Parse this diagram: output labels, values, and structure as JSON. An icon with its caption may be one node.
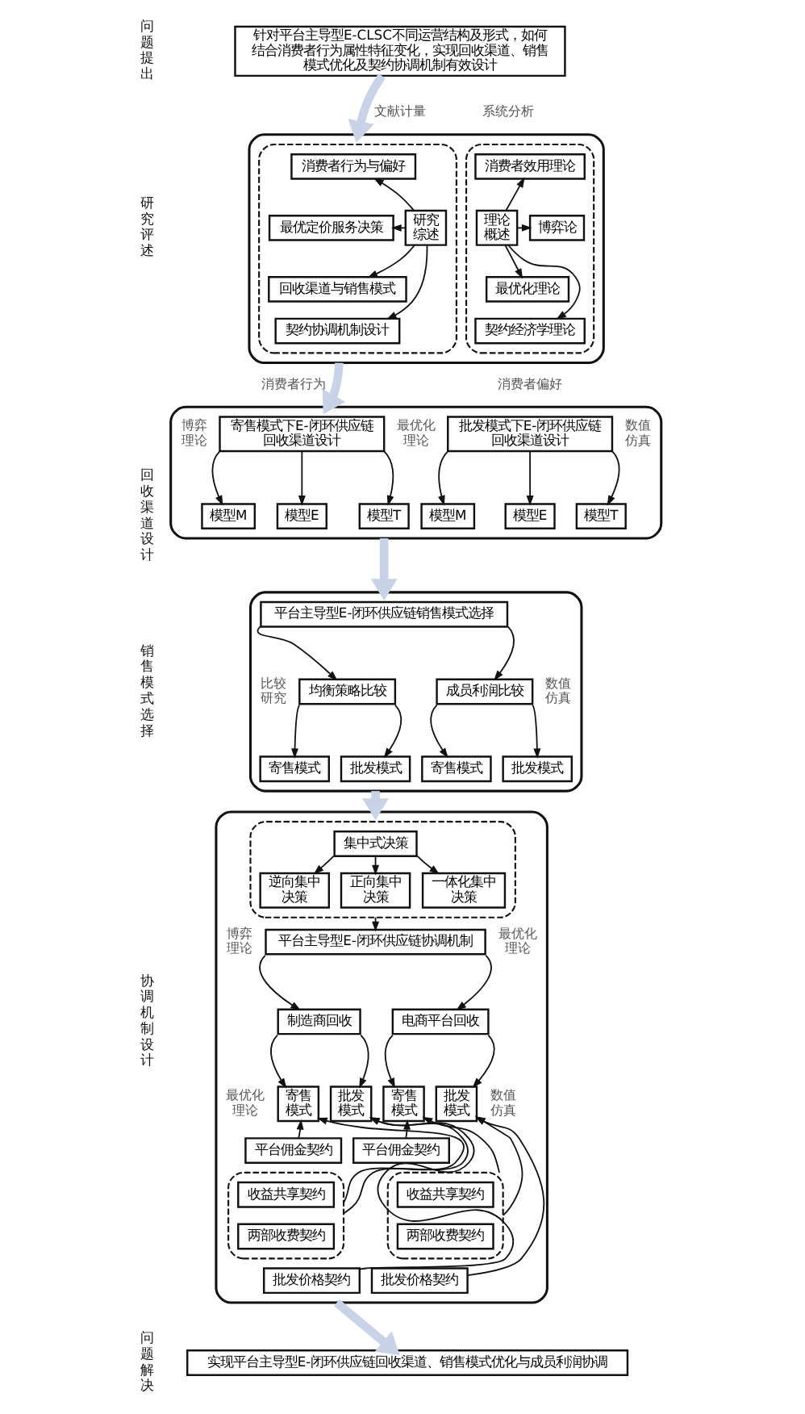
{
  "diagram": {
    "nodes": [
      {
        "text": [
          "针对平台主导型E-CLSC不同运营结构及形式，如何结合消费者行为属性特征变化，实现回收渠道、销售模式优化及契约协调机制有效设计"
        ]
      },
      {
        "text": [],
        "shape": "box"
      },
      {
        "text": [],
        "shape": "box",
        "in": 1
      },
      {
        "text": [
          "消费者行为与偏好"
        ],
        "in": 2
      },
      {
        "text": [
          "最优定价服务决策"
        ],
        "in": 2
      },
      {
        "text": [
          "回收渠道与销售模式"
        ],
        "in": 2
      },
      {
        "text": [
          "契约协调机制设计"
        ],
        "in": 2
      },
      {
        "text": [
          "研究综述"
        ],
        "in": 2
      },
      {
        "text": [],
        "shape": "box",
        "in": 1
      },
      {
        "text": [
          "理论概述"
        ],
        "in": 8
      },
      {
        "text": [
          "消费者效用理论"
        ],
        "in": 8
      },
      {
        "text": [
          "博弈论"
        ],
        "in": 8
      },
      {
        "text": [
          "最优化理论"
        ],
        "in": 8
      },
      {
        "text": [
          "契约经济学理论"
        ],
        "in": 8
      },
      {
        "text": [],
        "shape": "box"
      },
      {
        "text": [
          "寄售模式下E-闭环供应链回收渠道设计"
        ],
        "in": 14
      },
      {
        "text": [
          "批发模式下E-闭环供应链回收渠道设计"
        ],
        "in": 14
      },
      {
        "text": [
          "模型M"
        ],
        "in": 14
      },
      {
        "text": [
          "模型E"
        ],
        "in": 14
      },
      {
        "text": [
          "模型T"
        ],
        "in": 14
      },
      {
        "text": [
          "模型M"
        ],
        "in": 14
      },
      {
        "text": [
          "模型E"
        ],
        "in": 14
      },
      {
        "text": [
          "模型T"
        ],
        "in": 14
      },
      {
        "text": [],
        "shape": "box"
      },
      {
        "text": [
          "平台主导型E-闭环供应链销售模式选择"
        ],
        "in": 23
      },
      {
        "text": [
          "均衡策略比较"
        ],
        "in": 23
      },
      {
        "text": [
          "成员利润比较"
        ],
        "in": 23
      },
      {
        "text": [
          "寄售模式"
        ],
        "in": 23
      },
      {
        "text": [
          "批发模式"
        ],
        "in": 23
      },
      {
        "text": [
          "寄售模式"
        ],
        "in": 23
      },
      {
        "text": [
          "批发模式"
        ],
        "in": 23
      },
      {
        "text": [],
        "shape": "box"
      },
      {
        "text": [],
        "shape": "box",
        "in": 31
      },
      {
        "text": [
          "集中式决策"
        ],
        "in": 32
      },
      {
        "text": [
          "逆向集中决策"
        ],
        "in": 32
      },
      {
        "text": [
          "正向集中决策"
        ],
        "in": 32
      },
      {
        "text": [
          "一体化集中决策"
        ],
        "in": 32
      },
      {
        "text": [
          "平台主导型E-闭环供应链协调机制"
        ],
        "in": 31
      },
      {
        "text": [
          "制造商回收"
        ],
        "in": 31
      },
      {
        "text": [
          "电商平台回收"
        ],
        "in": 31
      },
      {
        "text": [
          "寄售模式"
        ],
        "in": 31
      },
      {
        "text": [
          "批发模式"
        ],
        "in": 31
      },
      {
        "text": [
          "寄售模式"
        ],
        "in": 31
      },
      {
        "text": [
          "批发模式"
        ],
        "in": 31
      },
      {
        "text": [
          "平台佣金契约"
        ],
        "in": 31
      },
      {
        "text": [
          "平台佣金契约"
        ],
        "in": 31
      },
      {
        "text": [],
        "shape": "box",
        "in": 31
      },
      {
        "text": [
          "收益共享契约"
        ],
        "in": 46
      },
      {
        "text": [
          "两部收费契约"
        ],
        "in": 46
      },
      {
        "text": [],
        "shape": "box",
        "in": 31
      },
      {
        "text": [
          "收益共享契约"
        ],
        "in": 49
      },
      {
        "text": [
          "两部收费契约"
        ],
        "in": 49
      },
      {
        "text": [
          "批发价格契约"
        ],
        "in": 31
      },
      {
        "text": [
          "批发价格契约"
        ],
        "in": 31
      },
      {
        "text": [
          "实现平台主导型E-闭环供应链回收渠道、销售模式优化与成员利润协调"
        ]
      }
    ],
    "edges": [
      {
        "from": 0,
        "to": 1,
        "arrow": "to",
        "style": "thick",
        "color": "#c9d3e8"
      },
      {
        "from": 7,
        "to": 3,
        "arrow": "to"
      },
      {
        "from": 7,
        "to": 4,
        "arrow": "to"
      },
      {
        "from": 7,
        "to": 5,
        "arrow": "to"
      },
      {
        "from": 7,
        "to": 6,
        "arrow": "to"
      },
      {
        "from": 9,
        "to": 10,
        "arrow": "to"
      },
      {
        "from": 9,
        "to": 11,
        "arrow": "to"
      },
      {
        "from": 9,
        "to": 12,
        "arrow": "to"
      },
      {
        "from": 9,
        "to": 13,
        "arrow": "to"
      },
      {
        "from": 1,
        "to": 14,
        "arrow": "to",
        "style": "thick",
        "color": "#c9d3e8"
      },
      {
        "from": 15,
        "to": 17,
        "arrow": "to"
      },
      {
        "from": 15,
        "to": 18,
        "arrow": "to"
      },
      {
        "from": 15,
        "to": 19,
        "arrow": "to"
      },
      {
        "from": 16,
        "to": 20,
        "arrow": "to"
      },
      {
        "from": 16,
        "to": 21,
        "arrow": "to"
      },
      {
        "from": 16,
        "to": 22,
        "arrow": "to"
      },
      {
        "from": 14,
        "to": 23,
        "arrow": "to",
        "style": "thick",
        "color": "#c9d3e8"
      },
      {
        "from": 24,
        "to": 25,
        "arrow": "to"
      },
      {
        "from": 24,
        "to": 26,
        "arrow": "to"
      },
      {
        "from": 25,
        "to": 27,
        "arrow": "to"
      },
      {
        "from": 25,
        "to": 28,
        "arrow": "to"
      },
      {
        "from": 26,
        "to": 29,
        "arrow": "to"
      },
      {
        "from": 26,
        "to": 30,
        "arrow": "to"
      },
      {
        "from": 23,
        "to": 31,
        "arrow": "to",
        "style": "thick",
        "color": "#c9d3e8"
      },
      {
        "from": 33,
        "to": 34,
        "arrow": "to"
      },
      {
        "from": 33,
        "to": 35,
        "arrow": "to"
      },
      {
        "from": 33,
        "to": 36,
        "arrow": "to"
      },
      {
        "from": 32,
        "to": 37,
        "arrow": "to"
      },
      {
        "from": 37,
        "to": 38,
        "arrow": "to"
      },
      {
        "from": 37,
        "to": 39,
        "arrow": "to"
      },
      {
        "from": 38,
        "to": 40,
        "arrow": "to"
      },
      {
        "from": 38,
        "to": 41,
        "arrow": "to"
      },
      {
        "from": 39,
        "to": 42,
        "arrow": "to"
      },
      {
        "from": 39,
        "to": 43,
        "arrow": "to"
      },
      {
        "from": 44,
        "to": 40,
        "arrow": "to"
      },
      {
        "from": 46,
        "to": 40,
        "arrow": "to"
      },
      {
        "from": 46,
        "to": 41,
        "arrow": "to"
      },
      {
        "from": 52,
        "to": 41,
        "arrow": "to"
      },
      {
        "from": 45,
        "to": 42,
        "arrow": "to"
      },
      {
        "from": 49,
        "to": 42,
        "arrow": "to"
      },
      {
        "from": 49,
        "to": 43,
        "arrow": "to"
      },
      {
        "from": 53,
        "to": 43,
        "arrow": "to"
      },
      {
        "from": 31,
        "to": 54,
        "arrow": "to",
        "style": "thick",
        "color": "#c9d3e8"
      }
    ],
    "labels": [
      "问题提出",
      "文献计量",
      "系统分析",
      "研究评述",
      "消费者行为",
      "消费者偏好",
      "回收渠道设计",
      "博弈理论",
      "最优化理论",
      "数值仿真",
      "销售模式选择",
      "比较研究",
      "数值仿真",
      "博弈理论",
      "最优化理论",
      "协调机制设计",
      "最优化理论",
      "数值仿真",
      "问题解决"
    ]
  }
}
